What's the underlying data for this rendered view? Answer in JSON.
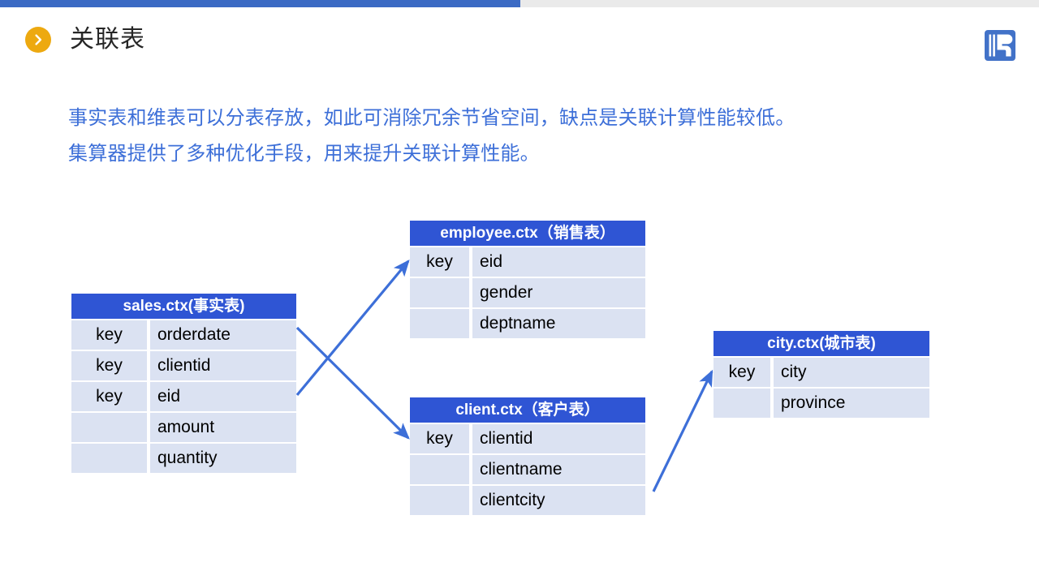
{
  "slide": {
    "title": "关联表",
    "bullet_icon": "chevron-right-icon",
    "logo_icon": "raqsoft-logo-icon"
  },
  "progress": {
    "fill_percent": 50,
    "fill_color": "#3b6ac4",
    "track_color": "#eaeaea"
  },
  "lead": {
    "line1": "事实表和维表可以分表存放，如此可消除冗余节省空间，缺点是关联计算性能较低。",
    "line2": "集算器提供了多种优化手段，用来提升关联计算性能。",
    "color": "#3d6fd8"
  },
  "colors": {
    "header_blue": "#2f55d4",
    "cell_blue": "#dbe2f2",
    "arrow_blue": "#3d6fd8",
    "accent_orange": "#eda910",
    "title_gray": "#262626"
  },
  "tables": [
    {
      "id": "sales",
      "header": "sales.ctx(事实表)",
      "rows": [
        {
          "key": "key",
          "name": "orderdate"
        },
        {
          "key": "key",
          "name": "clientid"
        },
        {
          "key": "key",
          "name": "eid"
        },
        {
          "key": "",
          "name": "amount"
        },
        {
          "key": "",
          "name": "quantity"
        }
      ]
    },
    {
      "id": "employee",
      "header": "employee.ctx（销售表）",
      "rows": [
        {
          "key": "key",
          "name": "eid"
        },
        {
          "key": "",
          "name": "gender"
        },
        {
          "key": "",
          "name": "deptname"
        }
      ]
    },
    {
      "id": "client",
      "header": "client.ctx（客户表）",
      "rows": [
        {
          "key": "key",
          "name": "clientid"
        },
        {
          "key": "",
          "name": "clientname"
        },
        {
          "key": "",
          "name": "clientcity"
        }
      ]
    },
    {
      "id": "city",
      "header": "city.ctx(城市表)",
      "rows": [
        {
          "key": "key",
          "name": "city"
        },
        {
          "key": "",
          "name": "province"
        }
      ]
    }
  ],
  "relations": [
    {
      "from": "sales.eid",
      "to": "employee.eid"
    },
    {
      "from": "sales.clientid",
      "to": "client.clientid"
    },
    {
      "from": "client.clientcity",
      "to": "city.city"
    }
  ]
}
